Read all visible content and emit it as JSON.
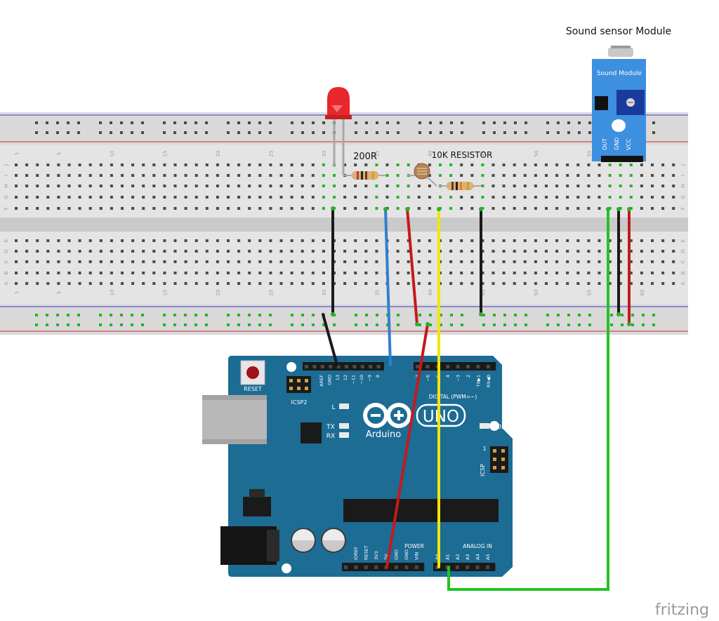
{
  "labels": {
    "module_title": "Sound sensor Module",
    "resistor_200": "200R",
    "resistor_10k": "10K RESISTOR",
    "watermark": "fritzing"
  },
  "sound_module": {
    "board_title": "Sound Module",
    "pins": [
      "OUT",
      "GND",
      "VCC"
    ]
  },
  "breadboard": {
    "row_letters": [
      "J",
      "I",
      "H",
      "G",
      "F",
      "E",
      "D",
      "C",
      "B",
      "A"
    ],
    "column_numbers": [
      "1",
      "5",
      "10",
      "15",
      "20",
      "25",
      "30",
      "35",
      "40",
      "45",
      "50",
      "55",
      "60"
    ]
  },
  "arduino": {
    "reset_label": "RESET",
    "icsp2_label": "ICSP2",
    "icsp_label": "ICSP",
    "icsp_pin1": "1",
    "led_l": "L",
    "led_tx": "TX",
    "led_rx": "RX",
    "on_label": "ON",
    "brand": "Arduino",
    "model": "UNO",
    "digital_header_title": "DIGITAL (PWM=~)",
    "digital_pins_left": [
      "AREF",
      "GND",
      "13",
      "12",
      "~11",
      "~10",
      "~9",
      "8"
    ],
    "digital_pins_right": [
      "7",
      "~6",
      "~5",
      "4",
      "~3",
      "2",
      "TX▶1",
      "RX◀0"
    ],
    "power_title": "POWER",
    "power_pins": [
      "IOREF",
      "RESET",
      "3V3",
      "5V",
      "GND",
      "GND",
      "VIN"
    ],
    "analog_title": "ANALOG IN",
    "analog_pins": [
      "A0",
      "A1",
      "A2",
      "A3",
      "A4",
      "A5"
    ]
  },
  "colors": {
    "board_blue": "#1c6c94",
    "led_red": "#e8262b",
    "wire_black": "#1a1a1a",
    "wire_red": "#c41a1a",
    "wire_blue": "#2f7fd0",
    "wire_yellow": "#f2e600",
    "wire_green": "#22c422",
    "module_blue": "#3d8fe0",
    "rail_red": "#d42a2a",
    "rail_blue": "#3b3bd1"
  }
}
